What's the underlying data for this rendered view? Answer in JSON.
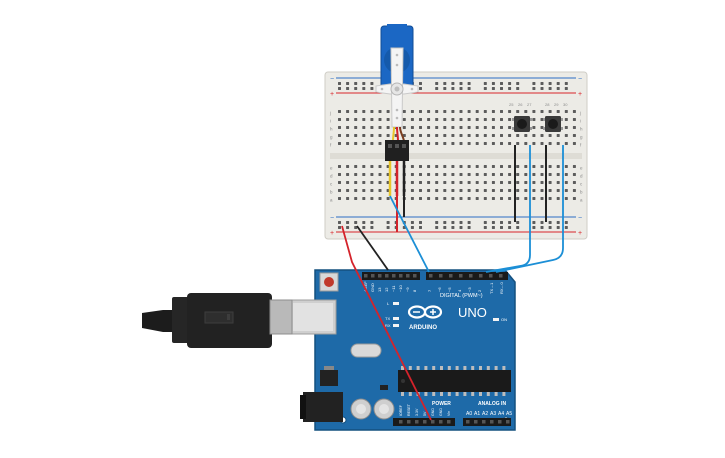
{
  "colors": {
    "board": "#1e6aa8",
    "board_edge": "#14507f",
    "breadboard": "#ecebe6",
    "rail_red": "#d9262b",
    "rail_blue": "#2b6cc4",
    "wire_red": "#d4232b",
    "wire_black": "#222222",
    "wire_blue": "#1c8fd6",
    "wire_yellow": "#e8c62a",
    "servo": "#1b67c4",
    "usb_plug": "#222222"
  },
  "breadboard": {
    "rail_plus": "+",
    "rail_minus": "−",
    "row_letters_top": [
      "j",
      "i",
      "h",
      "g",
      "f"
    ],
    "row_letters_bottom": [
      "e",
      "d",
      "c",
      "b",
      "a"
    ],
    "col_numbers": [
      "25",
      "26",
      "27",
      "28",
      "29",
      "30"
    ]
  },
  "arduino": {
    "model": "UNO",
    "brand": "ARDUINO",
    "digital_header": "DIGITAL (PWM~)",
    "analog_header": "ANALOG IN",
    "power_header": "POWER",
    "on_label": "ON",
    "led_labels": [
      "L",
      "TX",
      "RX"
    ],
    "digital_pins": [
      "AREF",
      "GND",
      "13",
      "12",
      "~11",
      "~10",
      "~9",
      "8",
      "7",
      "~6",
      "~5",
      "4",
      "~3",
      "2",
      "TX→1",
      "RX←0"
    ],
    "power_pins": [
      "IOREF",
      "RESET",
      "3.3V",
      "5V",
      "GND",
      "GND",
      "Vin"
    ],
    "analog_pins": [
      "A0",
      "A1",
      "A2",
      "A3",
      "A4",
      "A5"
    ]
  },
  "icons": [
    "servo-motor-icon",
    "push-button-icon",
    "usb-plug-icon",
    "arduino-logo-icon",
    "microchip-icon",
    "capacitor-icon",
    "reset-button-icon"
  ]
}
